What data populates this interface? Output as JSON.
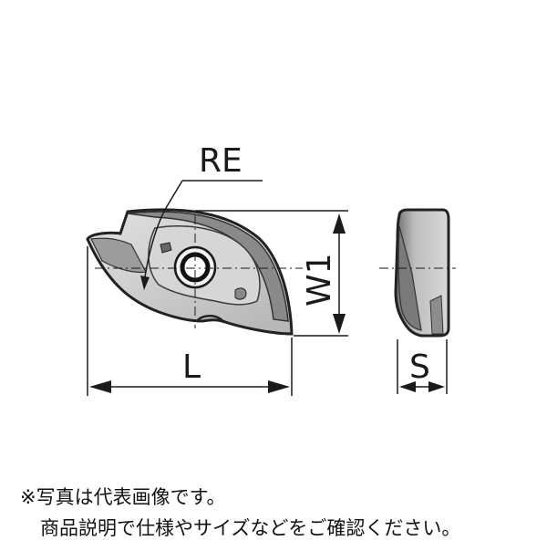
{
  "labels": {
    "re": "RE",
    "w1": "W1",
    "l": "L",
    "s": "S"
  },
  "notes": {
    "line1": "※写真は代表画像です。",
    "line2": "商品説明で仕様やサイズなどをご確認ください。"
  },
  "colors": {
    "ink": "#1a1a1a",
    "insert_light": "#d9d9d9",
    "insert_mid": "#a9a9a9",
    "insert_dark": "#6e6e6e",
    "outline": "#2a2a2a"
  }
}
